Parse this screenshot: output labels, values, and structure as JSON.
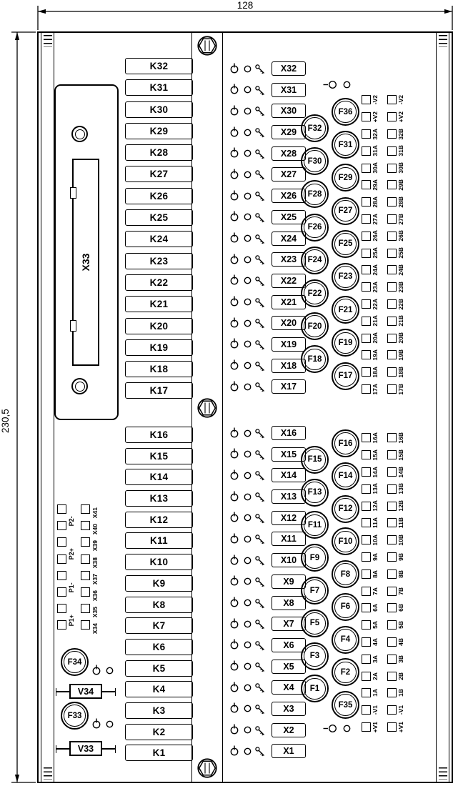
{
  "dimensions": {
    "width_label": "128",
    "height_label": "230,5"
  },
  "colors": {
    "line": "#000000",
    "background": "#ffffff"
  },
  "connector_x33": {
    "label": "X33"
  },
  "relays_top": [
    "K32",
    "K31",
    "K30",
    "K29",
    "K28",
    "K27",
    "K26",
    "K25",
    "K24",
    "K23",
    "K22",
    "K21",
    "K20",
    "K19",
    "K18",
    "K17"
  ],
  "relays_bottom": [
    "K16",
    "K15",
    "K14",
    "K13",
    "K12",
    "K11",
    "K10",
    "K9",
    "K8",
    "K7",
    "K6",
    "K5",
    "K4",
    "K3",
    "K2",
    "K1"
  ],
  "sockets_top": [
    "X32",
    "X31",
    "X30",
    "X29",
    "X28",
    "X27",
    "X26",
    "X25",
    "X24",
    "X23",
    "X22",
    "X21",
    "X20",
    "X19",
    "X18",
    "X17"
  ],
  "sockets_bottom": [
    "X16",
    "X15",
    "X14",
    "X13",
    "X12",
    "X11",
    "X10",
    "X9",
    "X8",
    "X7",
    "X6",
    "X5",
    "X4",
    "X3",
    "X2",
    "X1"
  ],
  "fuses_top": [
    {
      "label": "F36",
      "col": "right"
    },
    {
      "label": "F32",
      "col": "left"
    },
    {
      "label": "F31",
      "col": "right"
    },
    {
      "label": "F30",
      "col": "left"
    },
    {
      "label": "F29",
      "col": "right"
    },
    {
      "label": "F28",
      "col": "left"
    },
    {
      "label": "F27",
      "col": "right"
    },
    {
      "label": "F26",
      "col": "left"
    },
    {
      "label": "F25",
      "col": "right"
    },
    {
      "label": "F24",
      "col": "left"
    },
    {
      "label": "F23",
      "col": "right"
    },
    {
      "label": "F22",
      "col": "left"
    },
    {
      "label": "F21",
      "col": "right"
    },
    {
      "label": "F20",
      "col": "left"
    },
    {
      "label": "F19",
      "col": "right"
    },
    {
      "label": "F18",
      "col": "left"
    },
    {
      "label": "F17",
      "col": "right"
    }
  ],
  "fuses_bottom": [
    {
      "label": "F16",
      "col": "right"
    },
    {
      "label": "F15",
      "col": "left"
    },
    {
      "label": "F14",
      "col": "right"
    },
    {
      "label": "F13",
      "col": "left"
    },
    {
      "label": "F12",
      "col": "right"
    },
    {
      "label": "F11",
      "col": "left"
    },
    {
      "label": "F10",
      "col": "right"
    },
    {
      "label": "F9",
      "col": "left"
    },
    {
      "label": "F8",
      "col": "right"
    },
    {
      "label": "F7",
      "col": "left"
    },
    {
      "label": "F6",
      "col": "right"
    },
    {
      "label": "F5",
      "col": "left"
    },
    {
      "label": "F4",
      "col": "right"
    },
    {
      "label": "F3",
      "col": "left"
    },
    {
      "label": "F2",
      "col": "right"
    },
    {
      "label": "F1",
      "col": "left"
    },
    {
      "label": "F35",
      "col": "right"
    }
  ],
  "terminals_top_a": [
    "-V2",
    "+V2",
    "32A",
    "31A",
    "30A",
    "29A",
    "28A",
    "27A",
    "26A",
    "25A",
    "24A",
    "23A",
    "22A",
    "21A",
    "20A",
    "19A",
    "18A",
    "17A"
  ],
  "terminals_top_b": [
    "-V2",
    "+V2",
    "32B",
    "31B",
    "30B",
    "29B",
    "28B",
    "27B",
    "26B",
    "25B",
    "24B",
    "23B",
    "22B",
    "21B",
    "20B",
    "19B",
    "18B",
    "17B"
  ],
  "terminals_bottom_a": [
    "16A",
    "15A",
    "14A",
    "13A",
    "12A",
    "11A",
    "10A",
    "9A",
    "8A",
    "7A",
    "6A",
    "5A",
    "4A",
    "3A",
    "2A",
    "1A",
    "-V1",
    "+V1"
  ],
  "terminals_bottom_b": [
    "16B",
    "15B",
    "14B",
    "13B",
    "12B",
    "11B",
    "10B",
    "9B",
    "8B",
    "7B",
    "6B",
    "5B",
    "4B",
    "3B",
    "2B",
    "1B",
    "-V1",
    "+V1"
  ],
  "aux_block": {
    "p_labels": [
      "P2-",
      "P2+",
      "P1-",
      "P1+"
    ],
    "x_labels": [
      "X41",
      "X40",
      "X39",
      "X38",
      "X37",
      "X36",
      "X35",
      "X34"
    ]
  },
  "components": {
    "fuse_top": "F34",
    "varistor_top": "V34",
    "fuse_bottom": "F33",
    "varistor_bottom": "V33"
  },
  "icons": {
    "row_icons": [
      "manual-actuation-icon",
      "led-indicator-icon",
      "key-icon"
    ],
    "other": [
      "screw-icon",
      "mounting-hole-icon",
      "minus-led-icon"
    ]
  }
}
